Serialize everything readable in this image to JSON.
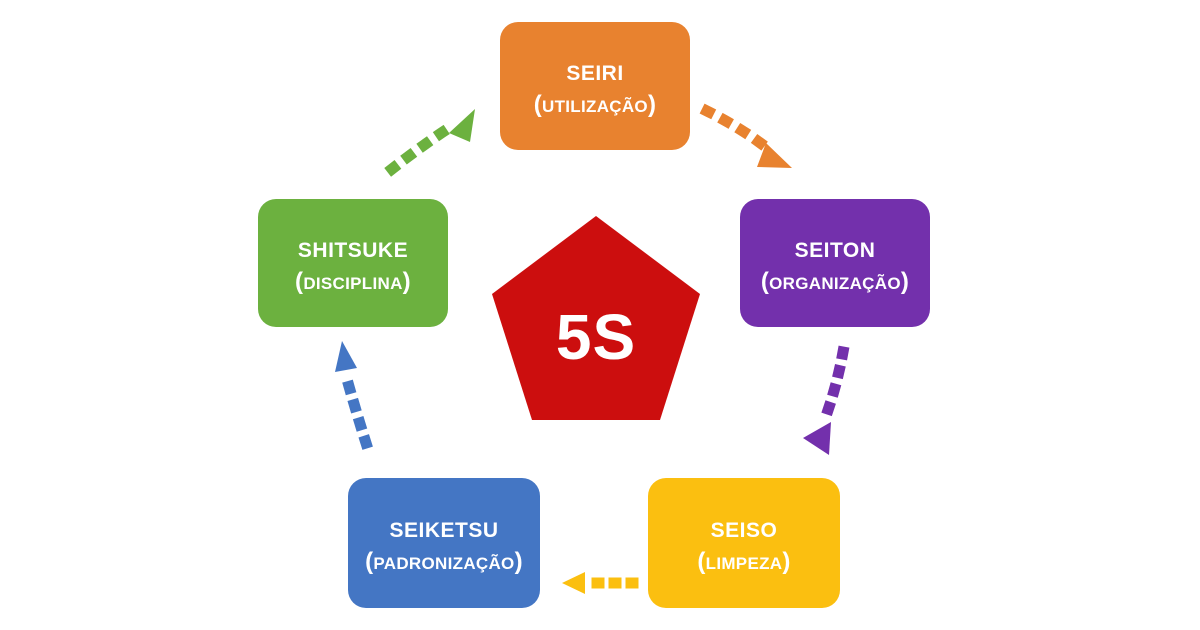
{
  "diagram": {
    "title": "5S",
    "center": {
      "label": "5S",
      "shape": "pentagon",
      "color": "#CC0E0E"
    },
    "nodes": [
      {
        "id": "seiri",
        "japanese": "Seiri",
        "portuguese": "(Utilização)",
        "color": "#E8822F",
        "position": "top"
      },
      {
        "id": "seiton",
        "japanese": "Seiton",
        "portuguese": "(Organização)",
        "color": "#7330AC",
        "position": "right"
      },
      {
        "id": "seiso",
        "japanese": "Seiso",
        "portuguese": "(Limpeza)",
        "color": "#FBBF10",
        "position": "bottom-right"
      },
      {
        "id": "seiketsu",
        "japanese": "Seiketsu",
        "portuguese": "(Padronização)",
        "color": "#4476C4",
        "position": "bottom-left"
      },
      {
        "id": "shitsuke",
        "japanese": "Shitsuke",
        "portuguese": "(Disciplina)",
        "color": "#6CB13F",
        "position": "left"
      }
    ],
    "arrows": [
      {
        "id": "seiri-to-seiton",
        "from": "seiri",
        "to": "seiton",
        "color": "#E8822F",
        "style": "dotted"
      },
      {
        "id": "seiton-to-seiso",
        "from": "seiton",
        "to": "seiso",
        "color": "#7330AC",
        "style": "dotted"
      },
      {
        "id": "seiso-to-seiketsu",
        "from": "seiso",
        "to": "seiketsu",
        "color": "#FBBF10",
        "style": "dotted"
      },
      {
        "id": "seiketsu-to-shitsuke",
        "from": "seiketsu",
        "to": "shitsuke",
        "color": "#4476C4",
        "style": "dotted"
      },
      {
        "id": "shitsuke-to-seiri",
        "from": "shitsuke",
        "to": "seiri",
        "color": "#6CB13F",
        "style": "dotted"
      }
    ]
  }
}
